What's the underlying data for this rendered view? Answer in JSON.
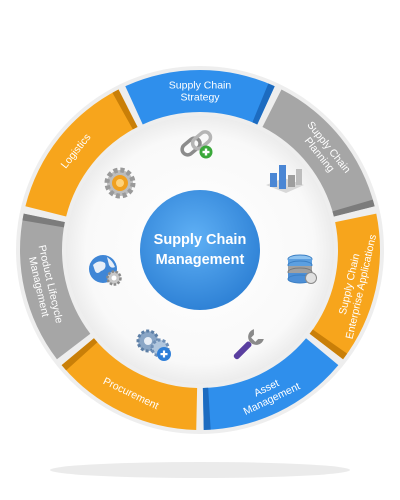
{
  "center": {
    "title_line1": "Supply Chain",
    "title_line2": "Management",
    "color": "#3b92e4"
  },
  "ring": {
    "segments": [
      {
        "id": "strategy",
        "line1": "Supply Chain",
        "line2": "Strategy",
        "color": "#2f8fec",
        "dark": "#1c6bc0"
      },
      {
        "id": "planning",
        "line1": "Supply Chain",
        "line2": "Planning",
        "color": "#a6a6a6",
        "dark": "#7c7c7c"
      },
      {
        "id": "enterprise",
        "line1": "Supply Chain",
        "line2": "Enterprise Applications",
        "color": "#f7a51c",
        "dark": "#c97f08"
      },
      {
        "id": "asset",
        "line1": "Asset",
        "line2": "Management",
        "color": "#2f8fec",
        "dark": "#1c6bc0"
      },
      {
        "id": "procurement",
        "line1": "Procurement",
        "line2": "",
        "color": "#f7a51c",
        "dark": "#c97f08"
      },
      {
        "id": "lifecycle",
        "line1": "Product Lifecycle",
        "line2": "Management",
        "color": "#a6a6a6",
        "dark": "#7c7c7c"
      },
      {
        "id": "logistics",
        "line1": "Logistics",
        "line2": "",
        "color": "#f7a51c",
        "dark": "#c97f08"
      }
    ]
  },
  "icons": [
    {
      "name": "chain-link-plus-icon"
    },
    {
      "name": "bar-chart-icon"
    },
    {
      "name": "database-stack-icon"
    },
    {
      "name": "wrench-icon"
    },
    {
      "name": "gears-plus-icon"
    },
    {
      "name": "globe-gear-icon"
    },
    {
      "name": "gear-icon"
    }
  ]
}
